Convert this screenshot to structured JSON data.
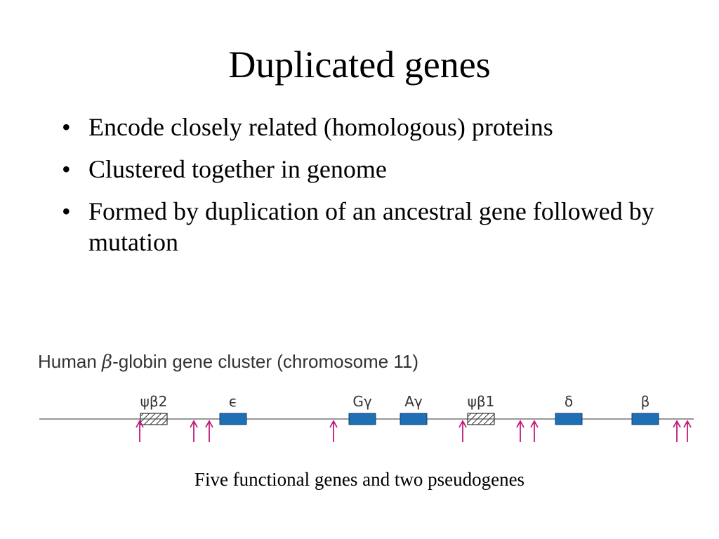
{
  "slide": {
    "title": "Duplicated genes",
    "bullets": [
      "Encode closely related (homologous) proteins",
      "Clustered together in genome",
      "Formed by duplication of an ancestral gene followed by mutation"
    ],
    "bullet_marker": "•",
    "caption": "Five functional genes and two pseudogenes"
  },
  "figure": {
    "title_prefix": "Human ",
    "title_beta": "β",
    "title_suffix": "-globin gene cluster (chromosome 11)",
    "gene_color": "#1f6fb5",
    "arrow_color": "#c2187a",
    "genes": [
      {
        "label": "ψβ2",
        "pseudo": true
      },
      {
        "label": "ϵ",
        "pseudo": false
      },
      {
        "label": "Gγ",
        "pseudo": false
      },
      {
        "label": "Aγ",
        "pseudo": false
      },
      {
        "label": "ψβ1",
        "pseudo": true
      },
      {
        "label": "δ",
        "pseudo": false
      },
      {
        "label": "β",
        "pseudo": false
      }
    ]
  }
}
